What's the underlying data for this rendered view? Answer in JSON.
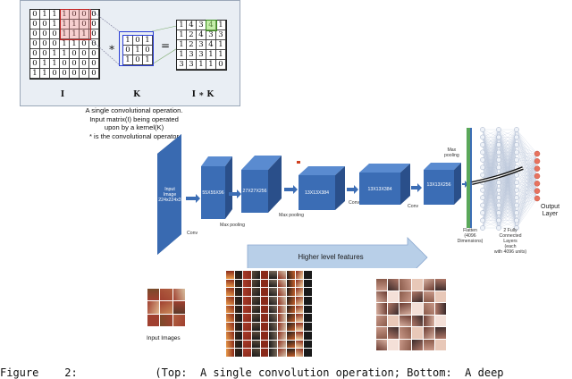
{
  "convolution": {
    "input_matrix": [
      [
        "0",
        "1",
        "1",
        "1",
        "0",
        "0",
        "0"
      ],
      [
        "0",
        "0",
        "1",
        "1",
        "1",
        "0",
        "0"
      ],
      [
        "0",
        "0",
        "0",
        "1",
        "1",
        "1",
        "0"
      ],
      [
        "0",
        "0",
        "0",
        "1",
        "1",
        "0",
        "0"
      ],
      [
        "0",
        "0",
        "1",
        "1",
        "0",
        "0",
        "0"
      ],
      [
        "0",
        "1",
        "1",
        "0",
        "0",
        "0",
        "0"
      ],
      [
        "1",
        "1",
        "0",
        "0",
        "0",
        "0",
        "0"
      ]
    ],
    "kernel": [
      [
        "1",
        "0",
        "1"
      ],
      [
        "0",
        "1",
        "0"
      ],
      [
        "1",
        "0",
        "1"
      ]
    ],
    "output": [
      [
        "1",
        "4",
        "3",
        "4",
        "1"
      ],
      [
        "1",
        "2",
        "4",
        "3",
        "3"
      ],
      [
        "1",
        "2",
        "3",
        "4",
        "1"
      ],
      [
        "1",
        "3",
        "3",
        "1",
        "1"
      ],
      [
        "3",
        "3",
        "1",
        "1",
        "0"
      ]
    ],
    "label_input": "I",
    "label_kernel": "K",
    "label_output": "I ∗ K",
    "multiply_symbol": "∗",
    "equals_symbol": "=",
    "colors": {
      "highlight_red": "#e8a6a6",
      "highlight_green": "#a8e27a",
      "kernel_border": "#2b3fd6"
    }
  },
  "caption": {
    "line1": "A single convolutional operation.",
    "line2": "Input matrix(I) being operated",
    "line3": "upon by a kernel(K)",
    "line4": "* is the convolutional operator"
  },
  "cnn": {
    "input_label_1": "Input",
    "input_label_2": "Image",
    "input_label_3": "224x224x3",
    "block1": "55X55X96",
    "block2": "27X27X256",
    "block3": "13X13X384",
    "block4": "13X13X384",
    "block5": "13X13X256",
    "conv1": "Conv",
    "pool1": "Max pooling",
    "pool2": "Max pooling",
    "conv2": "Conv",
    "conv3": "Conv",
    "maxpool_top_1": "Max",
    "maxpool_top_2": "pooling",
    "flatten_1": "Flatten",
    "flatten_2": "(4096",
    "flatten_3": "Dimensions)",
    "fc_1": "2 Fully",
    "fc_2": "Connected",
    "fc_3": "Layers",
    "fc_4": "(each",
    "fc_5": "with 4096 units)",
    "output_1": "Output",
    "output_2": "Layer",
    "colors": {
      "block_blue": "#3b6db5",
      "block_dark": "#2a4f8a",
      "neuron_red": "#e8735f"
    }
  },
  "banner": {
    "text": "Higher level features"
  },
  "input_images_label": "Input Images",
  "figure_caption": "Figure    2:            (Top:  A single convolution operation; Bottom:  A deep"
}
